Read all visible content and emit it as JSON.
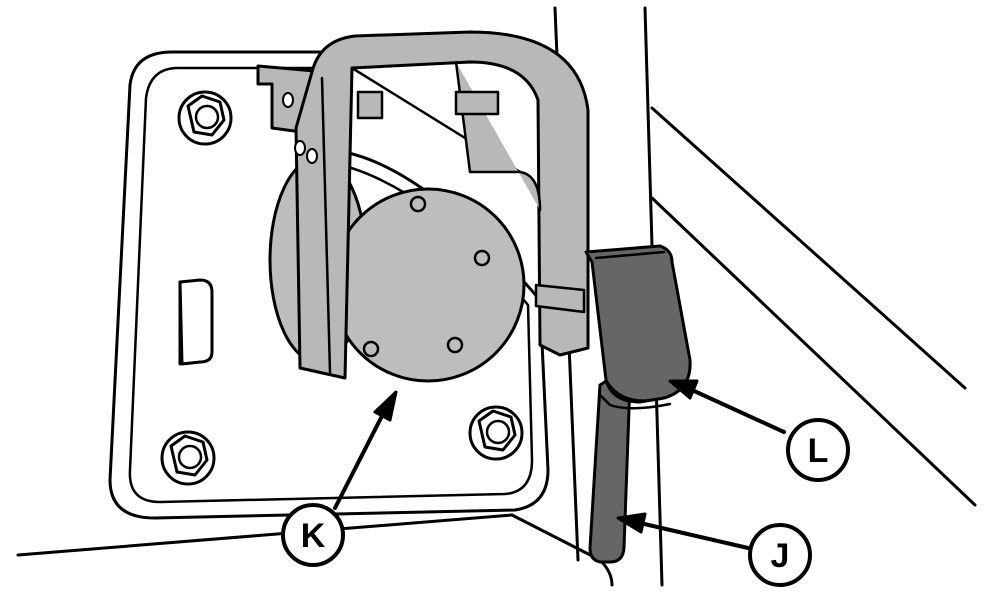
{
  "callouts": [
    {
      "id": "K",
      "label": "K"
    },
    {
      "id": "L",
      "label": "L"
    },
    {
      "id": "J",
      "label": "J"
    }
  ],
  "colors": {
    "background": "#ffffff",
    "line": "#000000",
    "part_light_gray": "#bdbdbd",
    "part_dark_gray": "#666666",
    "bracket_gray": "#b8b8b8"
  }
}
